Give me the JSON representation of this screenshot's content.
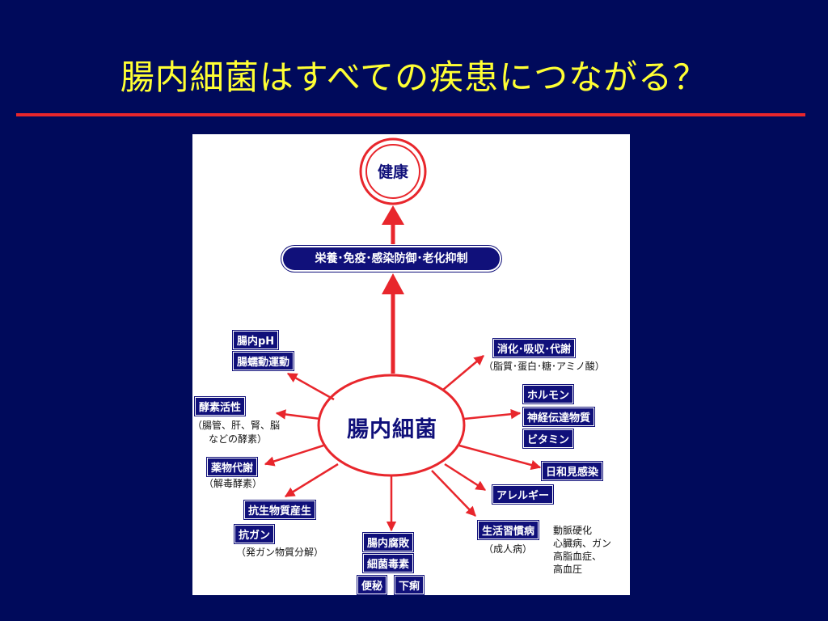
{
  "slide": {
    "title": "腸内細菌はすべての疾患につながる？"
  },
  "diagram": {
    "top": "健康",
    "banner": "栄養･免疫･感染防御･老化抑制",
    "center": "腸内細菌",
    "left": {
      "ph": "腸内pH",
      "motility": "腸蠕動運動",
      "enzyme": "酵素活性",
      "enzyme_note_1": "（腸管、肝、腎、脳",
      "enzyme_note_2": "などの酵素）",
      "drug": "薬物代謝",
      "drug_note": "（解毒酵素）",
      "antibiotic": "抗生物質産生",
      "anticancer": "抗ガン",
      "anticancer_note": "（発ガン物質分解）"
    },
    "bottom": {
      "putrefaction": "腸内腐敗",
      "toxin": "細菌毒素",
      "constipation": "便秘",
      "diarrhea": "下痢"
    },
    "right": {
      "digestion": "消化･吸収･代謝",
      "digestion_note": "（脂質･蛋白･糖･アミノ酸）",
      "hormone": "ホルモン",
      "neuro": "神経伝達物質",
      "vitamin": "ビタミン",
      "infection": "日和見感染",
      "allergy": "アレルギー",
      "lifestyle": "生活習慣病",
      "lifestyle_note": "（成人病）",
      "disease_1": "動脈硬化",
      "disease_2": "心臓病、ガン",
      "disease_3": "高脂血症、",
      "disease_4": "高血圧"
    }
  }
}
